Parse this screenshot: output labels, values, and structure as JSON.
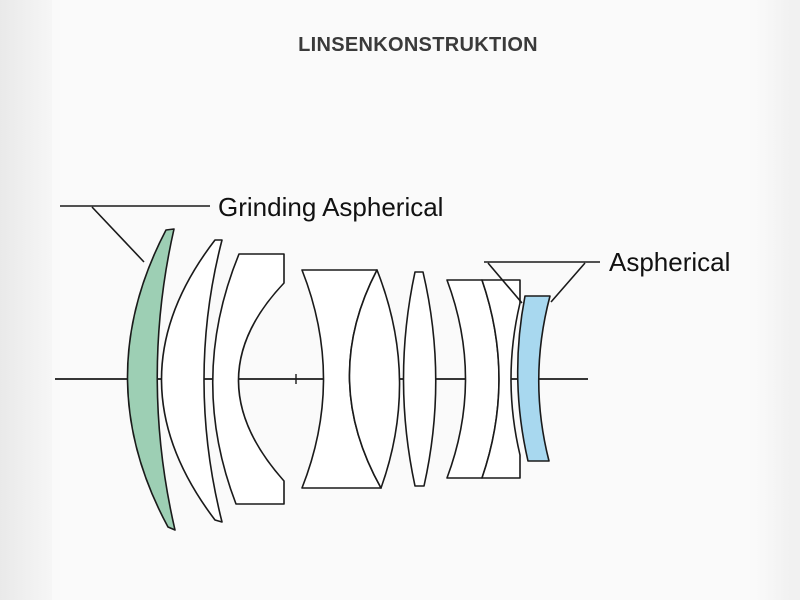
{
  "title": "LINSENKONSTRUKTION",
  "callouts": {
    "grinding": "Grinding Aspherical",
    "aspherical": "Aspherical"
  },
  "colors": {
    "grinding_aspherical": "#9dcfb4",
    "aspherical": "#a8d8ef",
    "outline": "#1a1a1a"
  }
}
